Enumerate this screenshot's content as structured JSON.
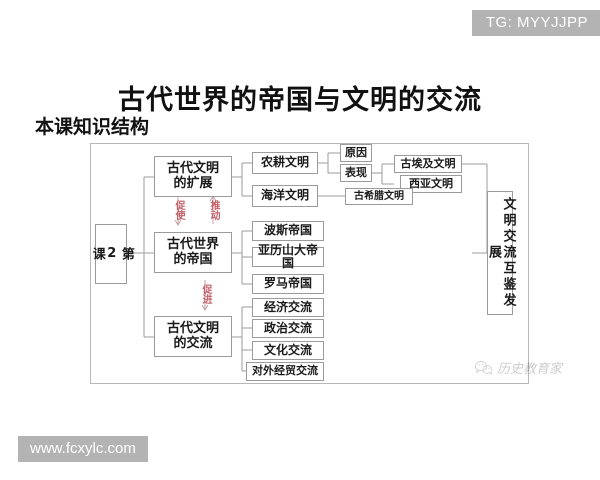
{
  "page": {
    "title": "古代世界的帝国与文明的交流",
    "subtitle": "本课知识结构"
  },
  "watermarks": {
    "telegram": "TG: MYYJJPP",
    "website": "www.fcxylc.com",
    "wechat_account": "历史教育家",
    "wechat_icon": "wechat-icon"
  },
  "colors": {
    "accent_red": "#c4616a",
    "box_border": "#9b9b9b",
    "frame_border": "#b8b8b8",
    "watermark_bg": "#b3b3b3",
    "text": "#1a1a1a"
  },
  "diagram": {
    "root": "第\n2\n课",
    "branches": [
      {
        "id": "expansion",
        "label": "古代文明\n的扩展",
        "children": [
          {
            "id": "farming",
            "label": "农耕文明",
            "children": [
              {
                "id": "cause",
                "label": "原因",
                "children": []
              },
              {
                "id": "manifestation",
                "label": "表现",
                "children": [
                  {
                    "id": "egypt",
                    "label": "古埃及文明"
                  },
                  {
                    "id": "west-asia",
                    "label": "西亚文明"
                  }
                ]
              }
            ]
          },
          {
            "id": "ocean",
            "label": "海洋文明",
            "children": [
              {
                "id": "greece",
                "label": "古希腊文明"
              }
            ]
          }
        ]
      },
      {
        "id": "empires",
        "label": "古代世界\n的帝国",
        "children": [
          {
            "id": "persia",
            "label": "波斯帝国"
          },
          {
            "id": "alexander",
            "label": "亚历山大帝国"
          },
          {
            "id": "rome",
            "label": "罗马帝国"
          }
        ]
      },
      {
        "id": "exchange",
        "label": "古代文明\n的交流",
        "children": [
          {
            "id": "economic",
            "label": "经济交流"
          },
          {
            "id": "political",
            "label": "政治交流"
          },
          {
            "id": "cultural",
            "label": "文化交流"
          },
          {
            "id": "foreign-trade",
            "label": "对外经贸交流"
          }
        ]
      }
    ],
    "relations": [
      {
        "id": "cuishi",
        "label": "促使",
        "direction": "down"
      },
      {
        "id": "tuidong",
        "label": "推动",
        "direction": "up"
      },
      {
        "id": "cujin",
        "label": "促进",
        "direction": "down"
      }
    ],
    "conclusion": "文明交流互鉴发展"
  }
}
